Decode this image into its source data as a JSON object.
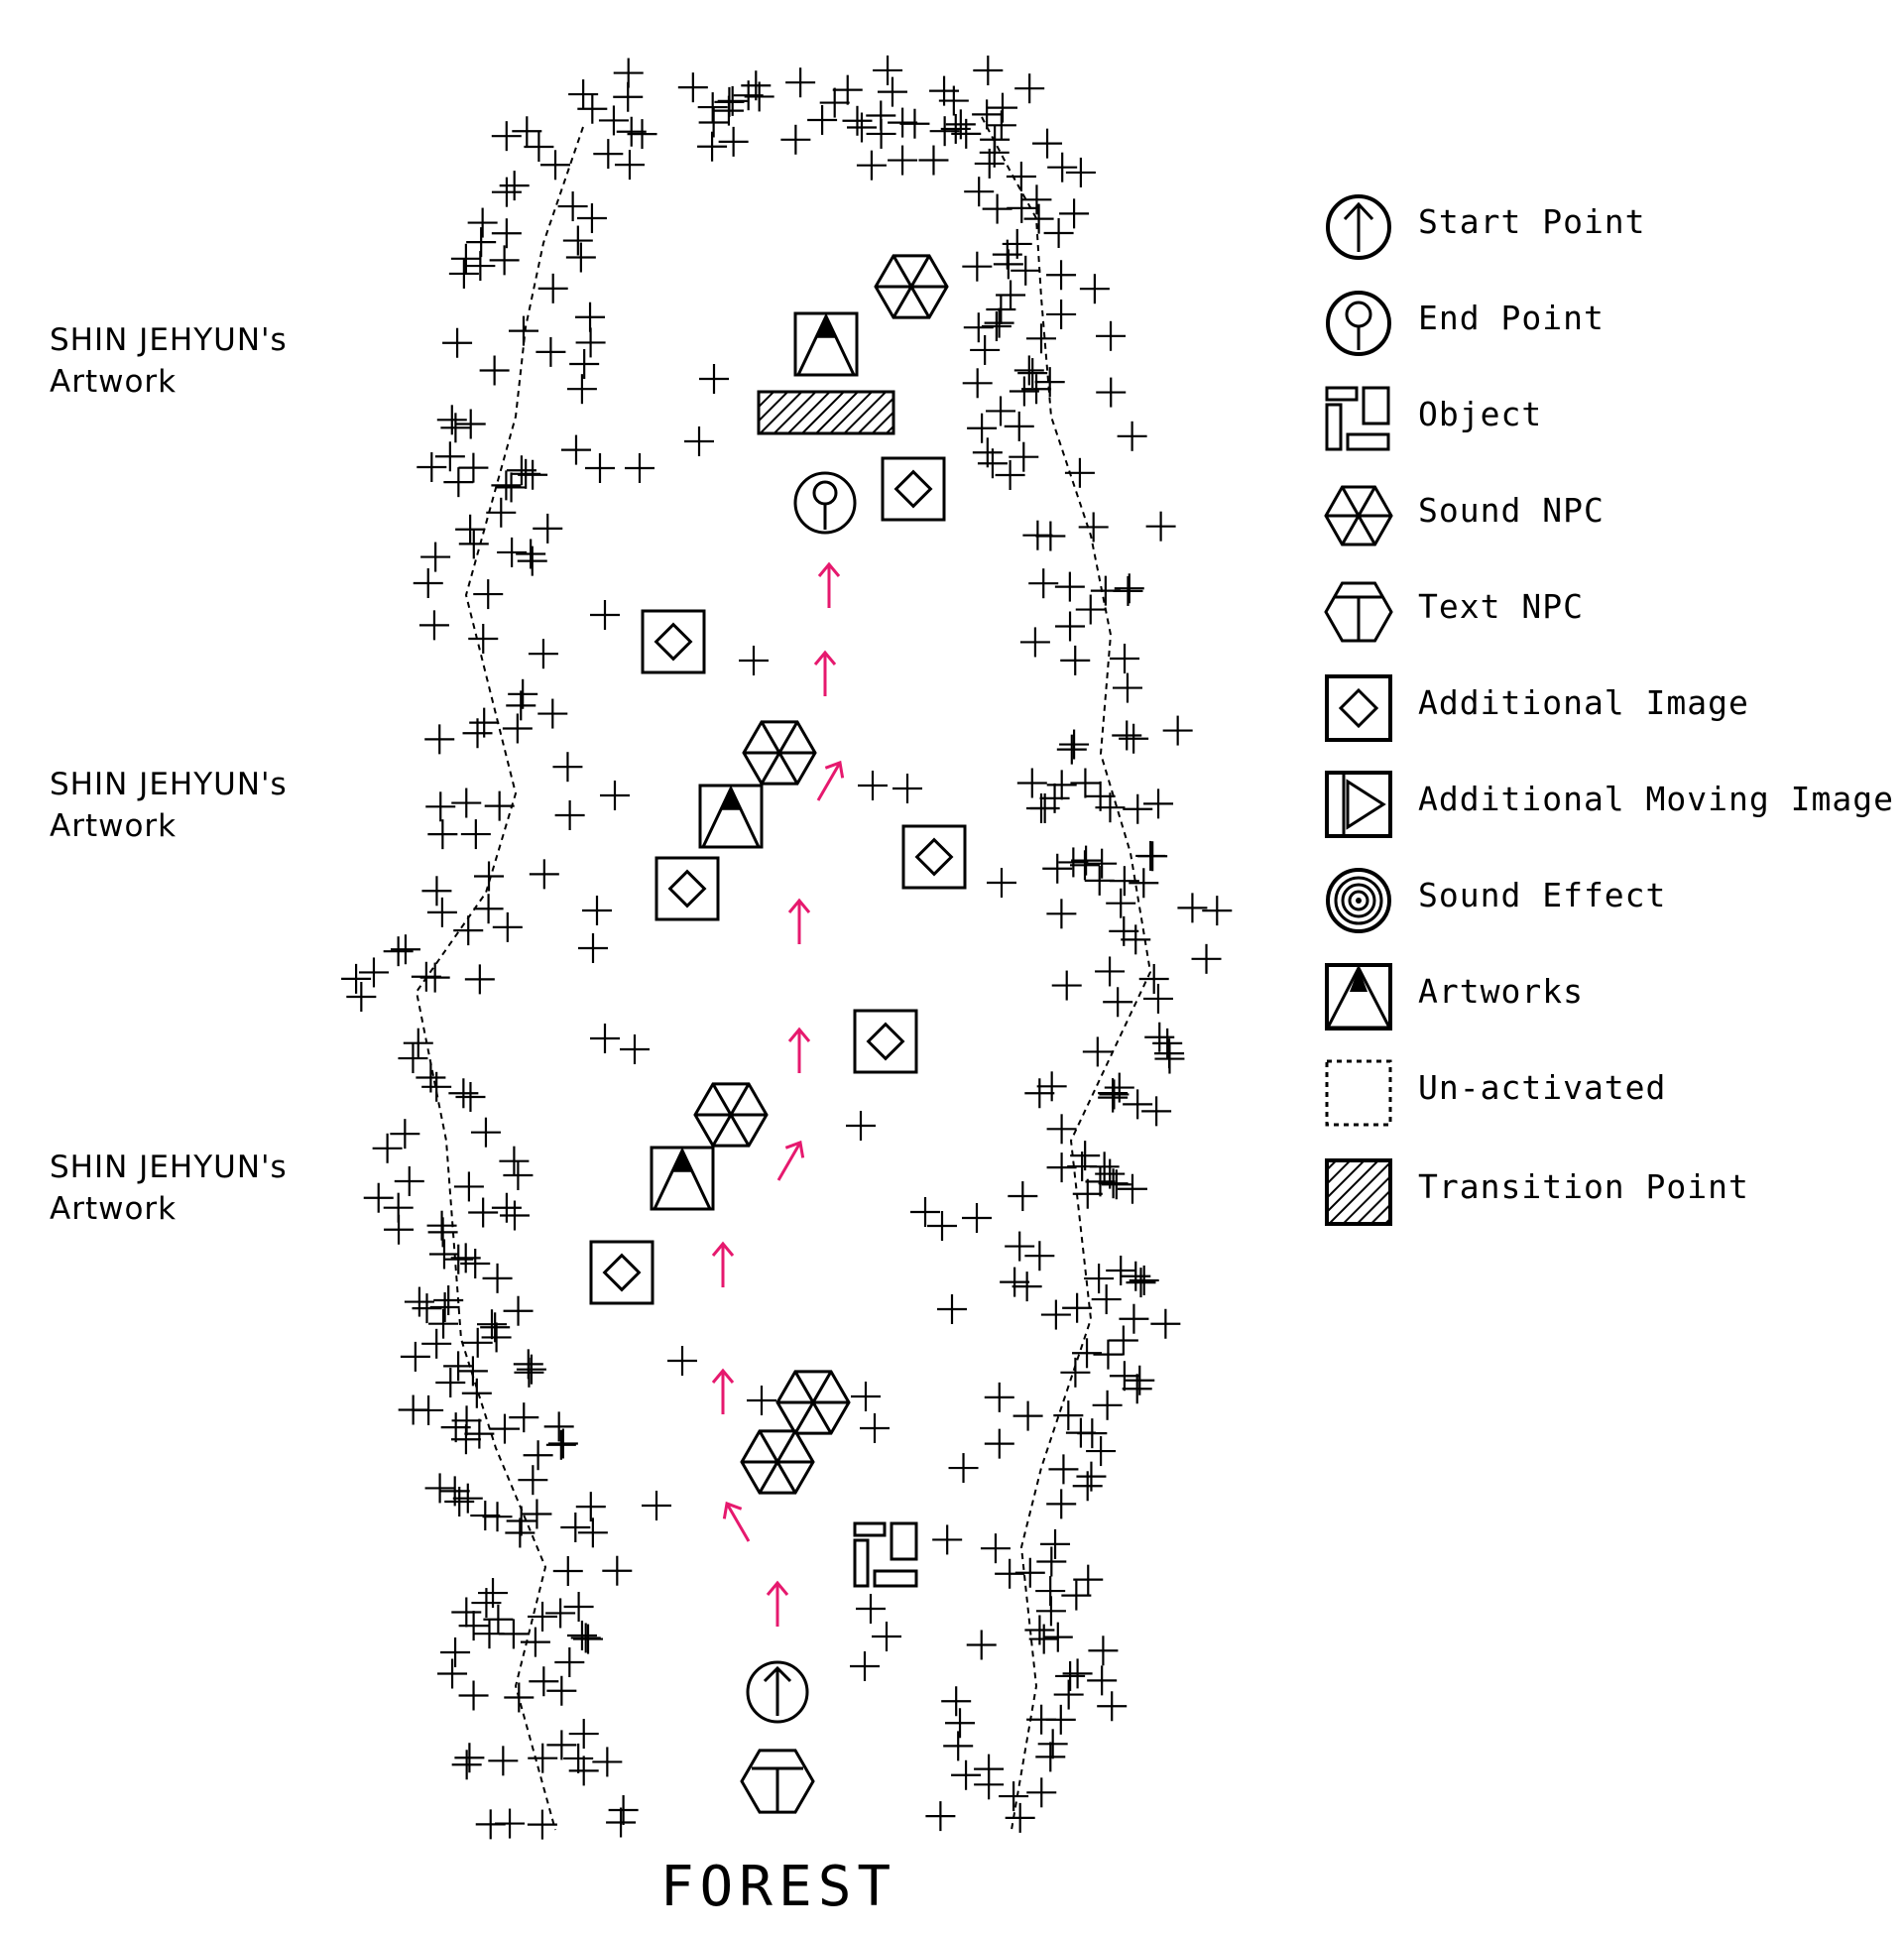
{
  "side_labels": [
    "SHIN JEHYUN's\nArtwork",
    "SHIN JEHYUN's\nArtwork",
    "SHIN JEHYUN's\nArtwork"
  ],
  "legend": [
    {
      "icon": "start-point-icon",
      "label": "Start Point"
    },
    {
      "icon": "end-point-icon",
      "label": "End Point"
    },
    {
      "icon": "object-icon",
      "label": "Object"
    },
    {
      "icon": "sound-npc-icon",
      "label": "Sound NPC"
    },
    {
      "icon": "text-npc-icon",
      "label": "Text NPC"
    },
    {
      "icon": "additional-image-icon",
      "label": "Additional Image"
    },
    {
      "icon": "additional-moving-image-icon",
      "label": "Additional Moving Image"
    },
    {
      "icon": "sound-effect-icon",
      "label": "Sound Effect"
    },
    {
      "icon": "artworks-icon",
      "label": "Artworks"
    },
    {
      "icon": "un-activated-icon",
      "label": "Un-activated"
    },
    {
      "icon": "transition-point-icon",
      "label": "Transition Point"
    }
  ],
  "map_title": "FOREST",
  "colors": {
    "ink": "#000000",
    "path_arrow": "#e6196e",
    "background": "#ffffff"
  }
}
